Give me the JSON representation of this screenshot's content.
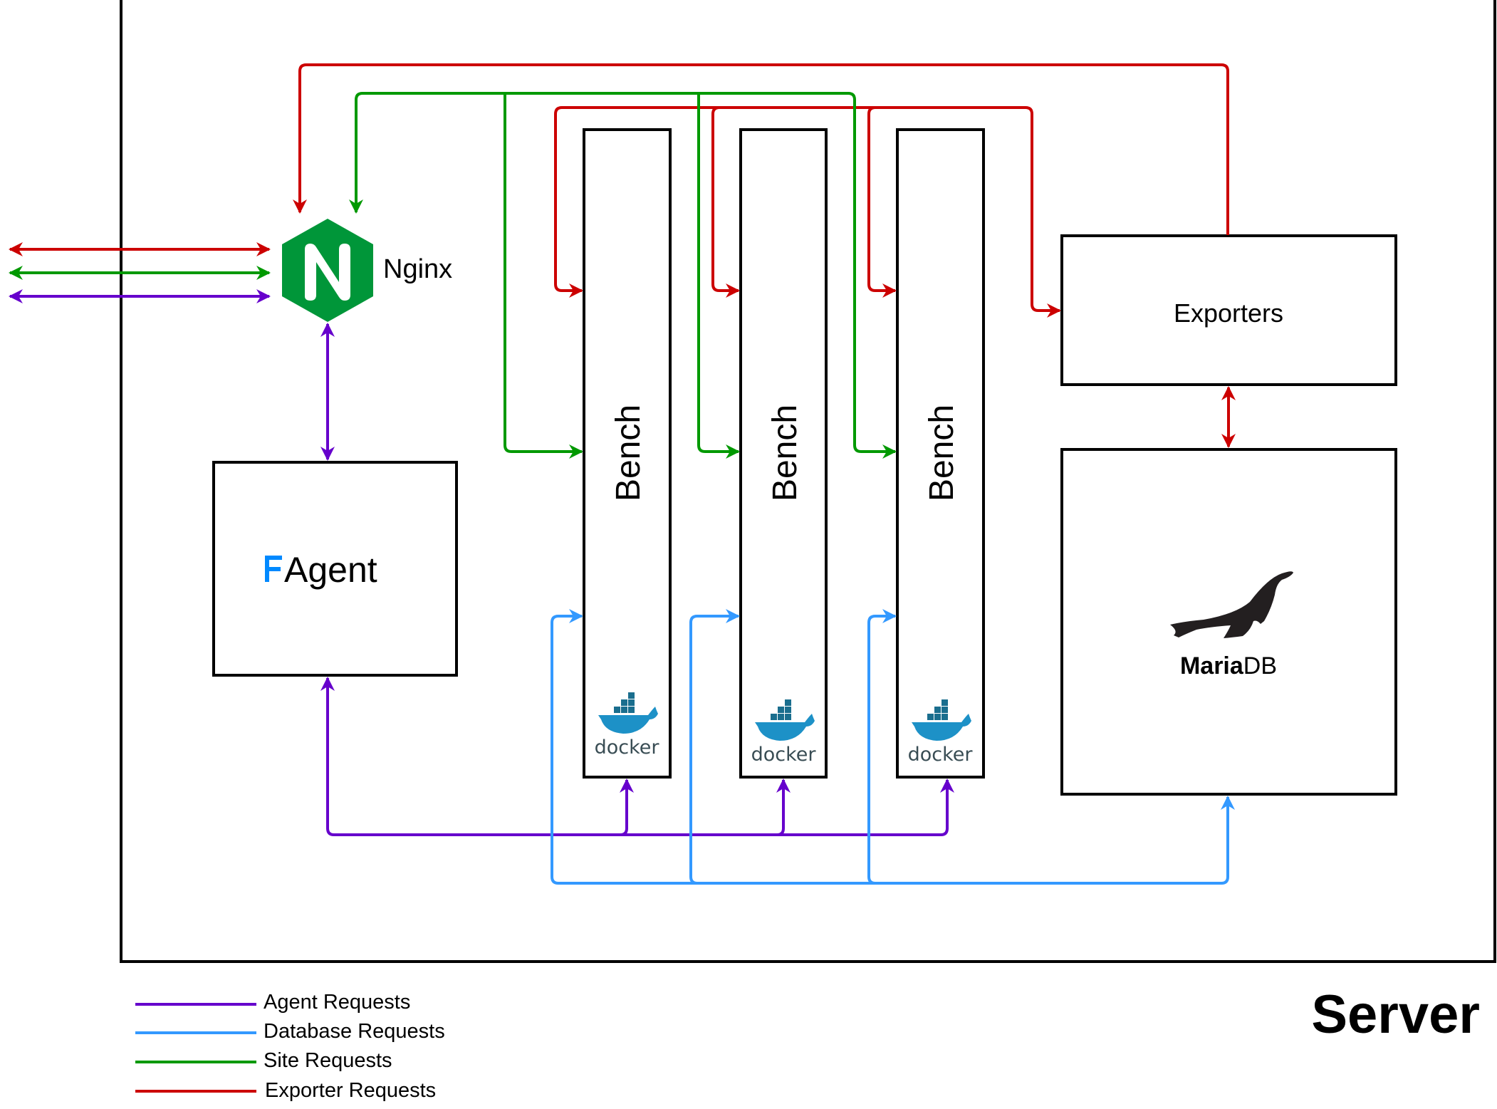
{
  "title": "Server",
  "colors": {
    "agent": "#6600CC",
    "database": "#3399FF",
    "site": "#009900",
    "exporter": "#CC0000",
    "nginx": "#009639",
    "frappe_blue": "#0089FF",
    "docker_blue": "#1D91C7"
  },
  "nodes": {
    "nginx": {
      "label": "Nginx",
      "icon": "nginx-logo-icon"
    },
    "agent": {
      "label": "Agent",
      "icon": "frappe-logo-icon"
    },
    "benches": [
      {
        "label": "Bench",
        "badge": "docker"
      },
      {
        "label": "Bench",
        "badge": "docker"
      },
      {
        "label": "Bench",
        "badge": "docker"
      }
    ],
    "exporters": {
      "label": "Exporters"
    },
    "mariadb": {
      "label_bold": "Maria",
      "label_light": "DB",
      "icon": "mariadb-seal-icon"
    }
  },
  "legend": [
    {
      "key": "agent",
      "label": "Agent Requests"
    },
    {
      "key": "database",
      "label": "Database Requests"
    },
    {
      "key": "site",
      "label": "Site Requests"
    },
    {
      "key": "exporter",
      "label": "Exporter Requests"
    }
  ],
  "connections": [
    {
      "type": "exporter",
      "from": "external",
      "to": "nginx",
      "bidirectional": true
    },
    {
      "type": "site",
      "from": "external",
      "to": "nginx",
      "bidirectional": true
    },
    {
      "type": "agent",
      "from": "external",
      "to": "nginx",
      "bidirectional": true
    },
    {
      "type": "exporter",
      "from": "exporters",
      "to": "nginx"
    },
    {
      "type": "site",
      "from": "nginx",
      "to": "benches"
    },
    {
      "type": "exporter",
      "from": "exporters",
      "to": "benches"
    },
    {
      "type": "agent",
      "from": "nginx",
      "to": "agent",
      "bidirectional": true
    },
    {
      "type": "agent",
      "from": "agent",
      "to": "benches"
    },
    {
      "type": "database",
      "from": "benches",
      "to": "mariadb"
    },
    {
      "type": "exporter",
      "from": "exporters",
      "to": "mariadb",
      "bidirectional": true
    }
  ]
}
